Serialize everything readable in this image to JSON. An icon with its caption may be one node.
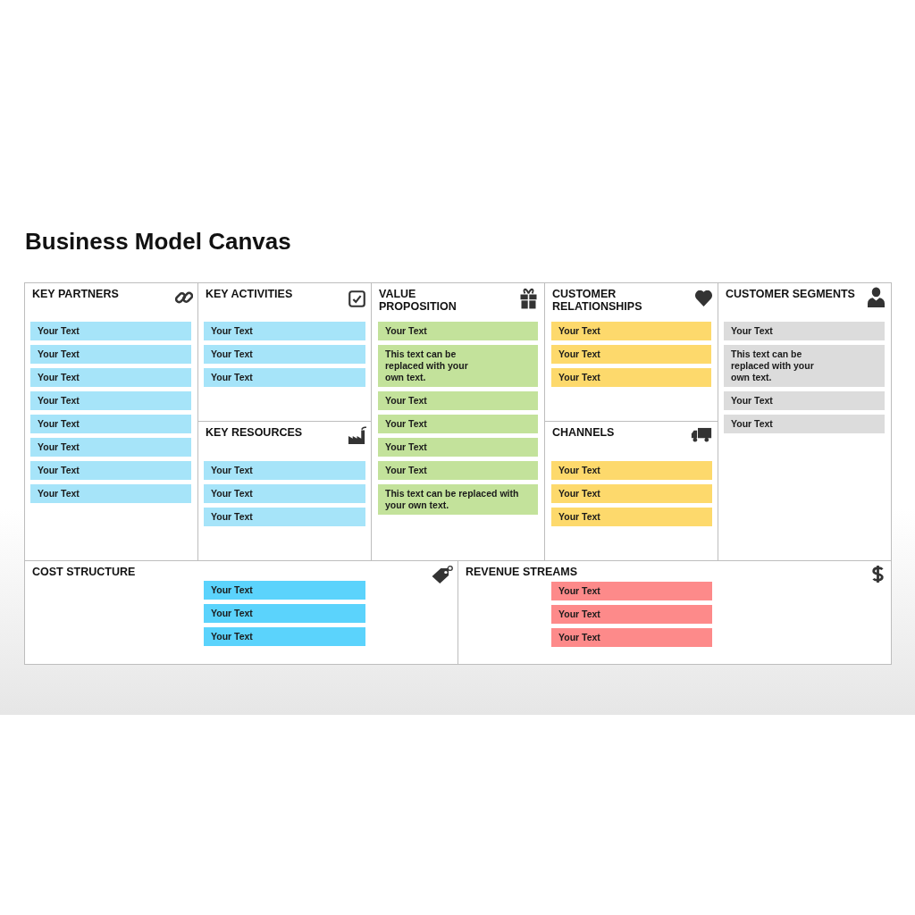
{
  "diagram": {
    "title": "Business Model Canvas",
    "nodes": [
      {
        "text": [
          "KEY PARTNERS"
        ]
      },
      {
        "text": [
          "Your Text"
        ],
        "in": 0
      },
      {
        "text": [
          "Your Text"
        ],
        "in": 0
      },
      {
        "text": [
          "Your Text"
        ],
        "in": 0
      },
      {
        "text": [
          "Your Text"
        ],
        "in": 0
      },
      {
        "text": [
          "Your Text"
        ],
        "in": 0
      },
      {
        "text": [
          "Your Text"
        ],
        "in": 0
      },
      {
        "text": [
          "Your Text"
        ],
        "in": 0
      },
      {
        "text": [
          "Your Text"
        ],
        "in": 0
      },
      {
        "text": [
          "KEY ACTIVITIES"
        ]
      },
      {
        "text": [
          "Your Text"
        ],
        "in": 9
      },
      {
        "text": [
          "Your Text"
        ],
        "in": 9
      },
      {
        "text": [
          "Your Text"
        ],
        "in": 9
      },
      {
        "text": [
          "KEY RESOURCES"
        ]
      },
      {
        "text": [
          "Your Text"
        ],
        "in": 13
      },
      {
        "text": [
          "Your Text"
        ],
        "in": 13
      },
      {
        "text": [
          "Your Text"
        ],
        "in": 13
      },
      {
        "text": [
          "VALUE PROPOSITION"
        ]
      },
      {
        "text": [
          "Your Text"
        ],
        "in": 17
      },
      {
        "text": [
          "This text can be replaced with your own text."
        ],
        "in": 17
      },
      {
        "text": [
          "Your Text"
        ],
        "in": 17
      },
      {
        "text": [
          "Your Text"
        ],
        "in": 17
      },
      {
        "text": [
          "Your Text"
        ],
        "in": 17
      },
      {
        "text": [
          "Your Text"
        ],
        "in": 17
      },
      {
        "text": [
          "This text can be replaced with your own text."
        ],
        "in": 17
      },
      {
        "text": [
          "CUSTOMER RELATIONSHIPS"
        ]
      },
      {
        "text": [
          "Your Text"
        ],
        "in": 25
      },
      {
        "text": [
          "Your Text"
        ],
        "in": 25
      },
      {
        "text": [
          "Your Text"
        ],
        "in": 25
      },
      {
        "text": [
          "CHANNELS"
        ]
      },
      {
        "text": [
          "Your Text"
        ],
        "in": 29
      },
      {
        "text": [
          "Your Text"
        ],
        "in": 29
      },
      {
        "text": [
          "Your Text"
        ],
        "in": 29
      },
      {
        "text": [
          "CUSTOMER SEGMENTS"
        ]
      },
      {
        "text": [
          "Your Text"
        ],
        "in": 33
      },
      {
        "text": [
          "This text can be replaced with your own text."
        ],
        "in": 33
      },
      {
        "text": [
          "Your Text"
        ],
        "in": 33
      },
      {
        "text": [
          "Your Text"
        ],
        "in": 33
      },
      {
        "text": [
          "COST STRUCTURE"
        ]
      },
      {
        "text": [
          "Your Text"
        ],
        "in": 38
      },
      {
        "text": [
          "Your Text"
        ],
        "in": 38
      },
      {
        "text": [
          "Your Text"
        ],
        "in": 38
      },
      {
        "text": [
          "REVENUE STREAMS"
        ]
      },
      {
        "text": [
          "Your Text"
        ],
        "in": 42
      },
      {
        "text": [
          "Your Text"
        ],
        "in": 42
      },
      {
        "text": [
          "Your Text"
        ],
        "in": 42
      }
    ],
    "edges": []
  }
}
